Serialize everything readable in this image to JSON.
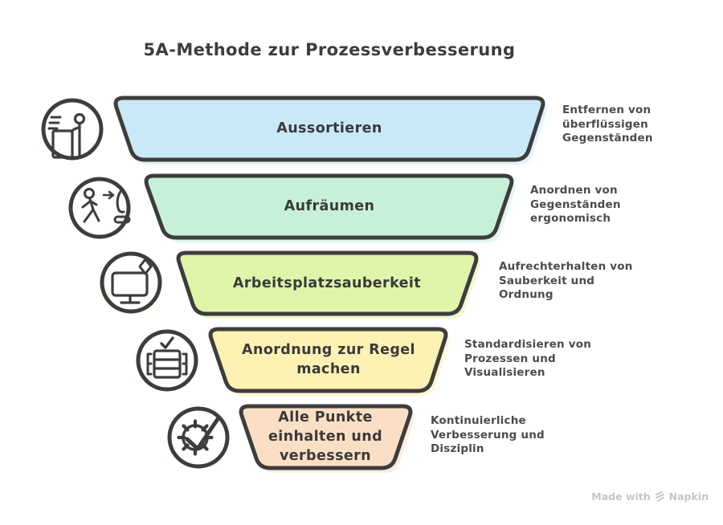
{
  "title": "5A-Methode zur Prozessverbesserung",
  "levels": [
    {
      "label": "Aussortieren",
      "description": "Entfernen von\nüberflüssigen\nGegenständen",
      "color": "#c9e9f8",
      "icon": "sorting-desk-icon"
    },
    {
      "label": "Aufräumen",
      "description": "Anordnen von\nGegenständen\nergonomisch",
      "color": "#c7f0d9",
      "icon": "walking-person-chair-icon"
    },
    {
      "label": "Arbeitsplatzsauberkeit",
      "description": "Aufrechterhalten von\nSauberkeit und\nOrdnung",
      "color": "#dff5a9",
      "icon": "clean-monitor-icon"
    },
    {
      "label": "Anordnung zur Regel\nmachen",
      "description": "Standardisieren von\nProzessen und\nVisualisieren",
      "color": "#fdf1b3",
      "icon": "standardize-drawers-icon"
    },
    {
      "label": "Alle Punkte\neinhalten und\nverbessern",
      "description": "Kontinuierliche\nVerbesserung und\nDisziplin",
      "color": "#fbdfc4",
      "icon": "gear-check-icon"
    }
  ],
  "watermark": {
    "label": "Made with",
    "brand": "Napkin"
  }
}
